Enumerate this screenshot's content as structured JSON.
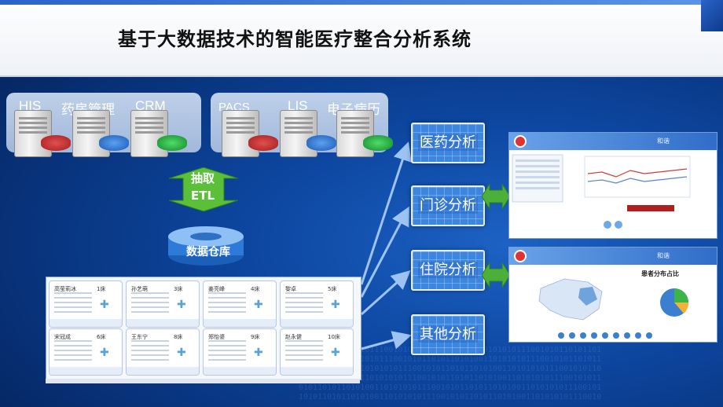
{
  "title": "基于大数据技术的智能医疗整合分析系统",
  "sources": {
    "group1": [
      "HIS",
      "药房管理",
      "CRM"
    ],
    "group2": [
      "PACS",
      "LIS",
      "电子病历"
    ]
  },
  "etl": {
    "line1": "抽取",
    "line2": "ETL"
  },
  "warehouse": "数据仓库",
  "analysis_buttons": [
    "医药分析",
    "门诊分析",
    "住院分析",
    "其他分析"
  ],
  "ward_cards": [
    {
      "name": "高莹莉冰",
      "bed": "1床"
    },
    {
      "name": "孙艺萌",
      "bed": "3床"
    },
    {
      "name": "姜亮峰",
      "bed": "4床"
    },
    {
      "name": "黎卓",
      "bed": "5床"
    },
    {
      "name": "宋冠成",
      "bed": "6床"
    },
    {
      "name": "王东宁",
      "bed": "8床"
    },
    {
      "name": "郑怡婆",
      "bed": "9床"
    },
    {
      "name": "赵永健",
      "bed": "10床"
    }
  ],
  "screens": {
    "top_header": "和谐",
    "bottom_header": "和谐",
    "pie_title": "患者分布占比"
  },
  "colors": {
    "accent": "#3d86e0",
    "green_arrow": "#4caf3a",
    "red_db": "#c92a2a",
    "blue_db": "#2a6fd1",
    "green_db": "#1fa83a"
  }
}
